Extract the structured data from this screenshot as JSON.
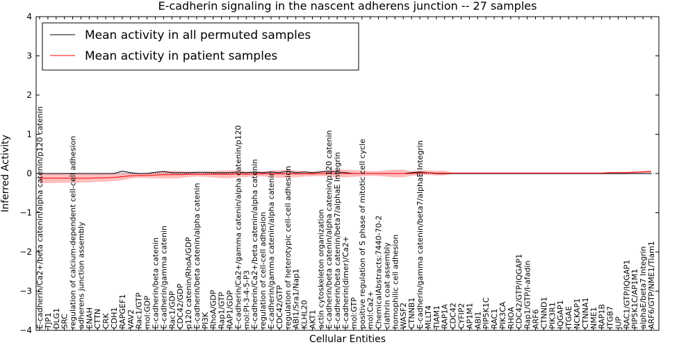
{
  "chart_data": {
    "type": "line",
    "title": "E-cadherin signaling in the nascent adherens junction -- 27 samples",
    "xlabel": "Cellular Entities",
    "ylabel": "Inferred Activity",
    "ylim": [
      -4,
      4
    ],
    "yticks": [
      -4,
      -3,
      -2,
      -1,
      0,
      1,
      2,
      3,
      4
    ],
    "grid": false,
    "legend_position": "top-left",
    "colors": {
      "permuted": "#000000",
      "patient": "#ff0000",
      "patient_band": "#ff9999",
      "permuted_band": "#aaaaff"
    },
    "categories": [
      "E-cadherin/Ca2+/beta catenin/alpha catenin/p120 catenin",
      "TJP1",
      "DLG1",
      "SRC",
      "regulation of calcium-dependent cell-cell adhesion",
      "adherens junction assembly",
      "ENAH",
      "CTTN",
      "CRK",
      "CDH1",
      "RAPGEF1",
      "VAV2",
      "Rac1/GTP",
      "mol:GDP",
      "E-cadherin/beta catenin",
      "E-cadherin/gamma catenin",
      "Rac1/GDP",
      "CDC42/GDP",
      "p120 catenin/RhoA/GDP",
      "E-cadherin/beta catenin/alpha catenin",
      "PI3K",
      "RhoA/GDP",
      "Rap1/GTP",
      "RAP1/GDP",
      "E-cadherin/Ca2+/gamma catenin/alpha catenin/p120",
      "mol:PI-3-4-5-P3",
      "E-cadherin/Ca2+/beta catenin/alpha catenin",
      "regulation of cell-cell adhesion",
      "E-cadherin/gamma catenin/alpha catenin",
      "CDC42/GTP",
      "regulation of heterotypic cell-cell adhesion",
      "ABI1/Sra1/Nap1",
      "KLHL20",
      "AKT1",
      "actin cytoskeleton organization",
      "E-cadherin/beta catenin/alpha catenin/p120 catenin",
      "E-cadherin/beta catenin/beta7/alphaE Integrin",
      "E-cadherin(dimer)/Ca2+",
      "mol:GTP",
      "positive regulation of S phase of mitotic cell cycle",
      "mol:Ca2+",
      "ChemicalAbstracts:7440-70-2",
      "clathrin coat assembly",
      "homophilic cell adhesion",
      "WASF2",
      "CTNNB1",
      "E-cadherin/gamma catenin/beta7/alphaE Integrin",
      "MLLT4",
      "TIAM1",
      "RAP1A",
      "CDC42",
      "CYFIP2",
      "AP1M1",
      "ABI1",
      "PIP5K1C",
      "RAC1",
      "PIK3CA",
      "RHOA",
      "CDC42/GTP/IQGAP1",
      "Rap1/GTP/I-afadin",
      "ARF6",
      "CTNND1",
      "PIK3R1",
      "IQGAP1",
      "ITGAE",
      "NCKAP1",
      "CTNNA1",
      "NME1",
      "RAP1B",
      "ITGB7",
      "JUP",
      "RAC1/GTP/IQGAP1",
      "PIP5K1C/AP1M1",
      "alphaE/beta7 Integrin",
      "ARF6/GTP/NME1/Tiam1"
    ],
    "series": [
      {
        "name": "Mean activity in all permuted samples",
        "values": [
          0,
          0,
          0,
          0,
          0,
          0,
          0,
          0,
          0,
          0,
          0.06,
          0.02,
          0,
          0,
          0.03,
          0.05,
          0.02,
          0.02,
          0.02,
          0.03,
          0.03,
          0.02,
          0.02,
          0.02,
          0.04,
          0.02,
          0.04,
          0.02,
          0.04,
          0.02,
          0.06,
          0.02,
          0.04,
          0.02,
          0.04,
          0.06,
          0.04,
          0.02,
          0,
          0,
          0,
          0,
          0,
          0,
          0,
          0.02,
          0.04,
          0.02,
          0,
          0,
          0,
          0,
          0,
          0,
          0,
          0,
          0,
          0,
          0,
          0,
          0,
          0,
          0,
          0,
          0,
          0,
          0,
          0,
          0,
          0,
          0,
          0,
          0,
          0,
          0
        ]
      },
      {
        "name": "Mean activity in patient samples",
        "values": [
          -0.12,
          -0.12,
          -0.12,
          -0.12,
          -0.12,
          -0.12,
          -0.12,
          -0.11,
          -0.11,
          -0.1,
          -0.08,
          -0.06,
          -0.05,
          -0.05,
          -0.04,
          -0.03,
          -0.03,
          -0.03,
          -0.02,
          -0.02,
          -0.02,
          -0.02,
          -0.02,
          -0.02,
          -0.01,
          -0.02,
          -0.01,
          -0.01,
          -0.01,
          -0.01,
          -0.01,
          -0.01,
          -0.01,
          -0.01,
          0,
          0,
          0,
          0,
          0,
          0,
          0,
          0,
          0,
          0,
          0,
          0,
          0.02,
          0.02,
          0.01,
          0.01,
          0.01,
          0.01,
          0.01,
          0.01,
          0.01,
          0.01,
          0.01,
          0.01,
          0.01,
          0.01,
          0.01,
          0.01,
          0.01,
          0.01,
          0.01,
          0.01,
          0.01,
          0.01,
          0.01,
          0.02,
          0.02,
          0.02,
          0.03,
          0.04,
          0.05
        ]
      }
    ]
  }
}
